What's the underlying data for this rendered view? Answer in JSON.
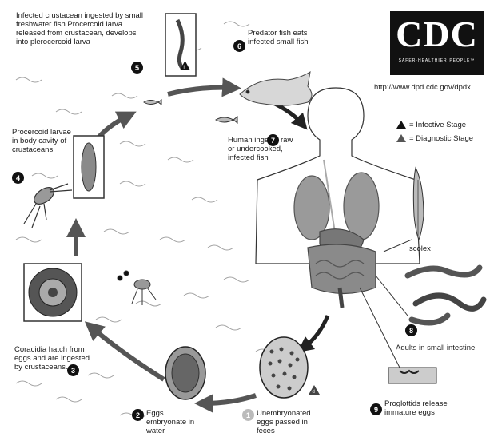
{
  "logo": {
    "text": "CDC",
    "tagline": "SAFER·HEALTHIER·PEOPLE™"
  },
  "url": "http://www.dpd.cdc.gov/dpdx",
  "legend": {
    "infective": {
      "marker": "i",
      "text": "= Infective Stage"
    },
    "diagnostic": {
      "marker": "d",
      "text": "= Diagnostic Stage"
    }
  },
  "stages": [
    {
      "n": "1",
      "text": "Unembryonated eggs passed in feces"
    },
    {
      "n": "2",
      "text": "Eggs embryonate in water"
    },
    {
      "n": "3",
      "text": "Coracidia hatch from eggs and are ingested by crustaceans."
    },
    {
      "n": "4",
      "text": "Procercoid larvae in body cavity of crustaceans"
    },
    {
      "n": "5",
      "text": "Infected crustacean ingested by small freshwater fish Procercoid larva released from crustacean, develops into plerocercoid larva"
    },
    {
      "n": "6",
      "text": "Predator fish eats infected small fish"
    },
    {
      "n": "7",
      "text": "Human ingests raw or undercooked, infected fish"
    },
    {
      "n": "8",
      "text": "Adults in small intestine"
    },
    {
      "n": "9",
      "text": "Proglottids release immature eggs"
    }
  ],
  "labels": {
    "scolex": "scolex"
  },
  "marker_d": "d",
  "marker_i": "i"
}
